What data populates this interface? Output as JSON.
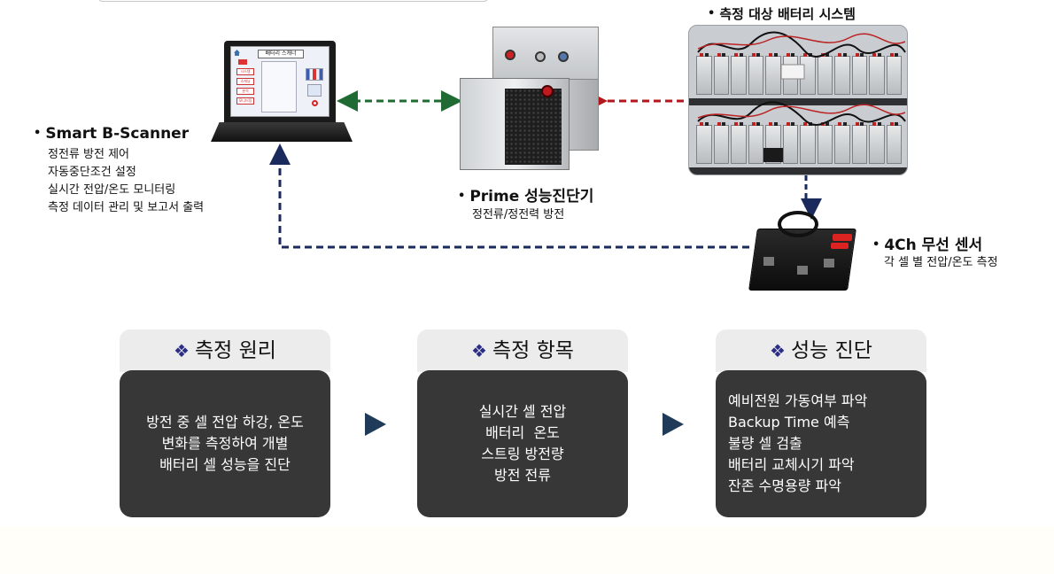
{
  "nodes": {
    "laptop": {
      "title": "Smart B-Scanner",
      "features": [
        "정전류 방전 제어",
        "자동중단조건 설정",
        "실시간 전압/온도 모니터링",
        "측정 데이터 관리 및 보고서 출력"
      ],
      "screen": {
        "title": "배터리 스캐너",
        "menu": [
          "시스템",
          "스캐닝",
          "분석",
          "모니터링"
        ]
      }
    },
    "device": {
      "title": "Prime 성능진단기",
      "features": [
        "정전류/정전력 방전"
      ]
    },
    "battery": {
      "title": "측정 대상 배터리 시스템"
    },
    "sensor": {
      "title": "4Ch 무선 센서",
      "features": [
        "각 셀 별 전압/온도 측정"
      ]
    }
  },
  "panels": [
    {
      "title": "측정 원리",
      "lines": [
        "방전 중 셀 전압 하강, 온도",
        "변화를 측정하여 개별",
        "배터리 셀 성능을 진단"
      ]
    },
    {
      "title": "측정 항목",
      "lines": [
        "실시간 셀 전압",
        "배터리  온도",
        "스트링 방전량",
        "방전 전류"
      ]
    },
    {
      "title": "성능 진단",
      "lines": [
        "예비전원 가동여부 파악",
        "Backup Time 예측",
        "불량 셀 검출",
        "배터리 교체시기 파악",
        "잔존 수명용량 파악"
      ]
    }
  ],
  "colors": {
    "green_link": "#1f6b33",
    "red_link": "#b3171d",
    "navy_link": "#1b2a5c",
    "panel_dark": "#373737",
    "panel_head": "#ececec",
    "diamond": "#2c2e86"
  }
}
